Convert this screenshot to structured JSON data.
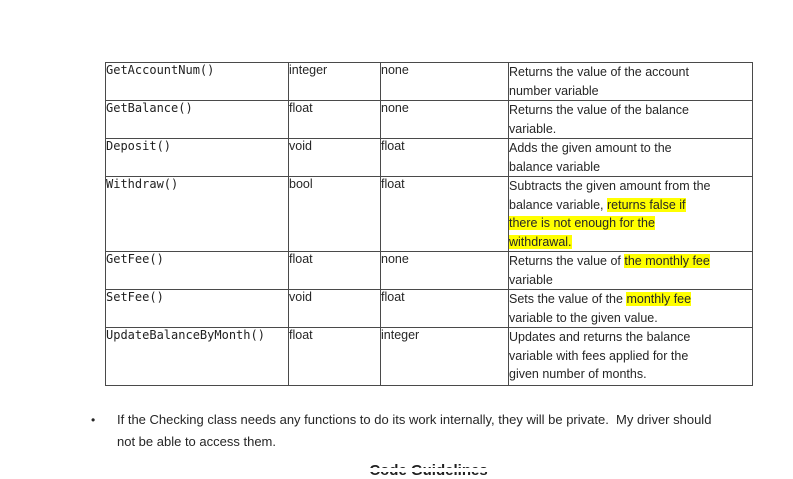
{
  "colors": {
    "highlight": "#ffff00",
    "text": "#262626",
    "table_border": "#4a4a4a",
    "background": "#ffffff"
  },
  "table": {
    "columns": [
      "function",
      "return_type",
      "parameter",
      "description"
    ],
    "rows": [
      {
        "function": "GetAccountNum()",
        "return_type": "integer",
        "parameter": "none",
        "description_lines": [
          [
            {
              "text": "Returns the value of the account",
              "highlight": false
            }
          ],
          [
            {
              "text": "number variable",
              "highlight": false
            }
          ]
        ]
      },
      {
        "function": "GetBalance()",
        "return_type": "float",
        "parameter": "none",
        "description_lines": [
          [
            {
              "text": "Returns the value of the balance",
              "highlight": false
            }
          ],
          [
            {
              "text": "variable.",
              "highlight": false
            }
          ]
        ]
      },
      {
        "function": "Deposit()",
        "return_type": "void",
        "parameter": "float",
        "description_lines": [
          [
            {
              "text": "Adds the given amount to the",
              "highlight": false
            }
          ],
          [
            {
              "text": "balance variable",
              "highlight": false
            }
          ]
        ]
      },
      {
        "function": "Withdraw()",
        "return_type": "bool",
        "parameter": "float",
        "description_lines": [
          [
            {
              "text": "Subtracts the given amount from the",
              "highlight": false
            }
          ],
          [
            {
              "text": "balance variable, ",
              "highlight": false
            },
            {
              "text": "returns false if",
              "highlight": true
            }
          ],
          [
            {
              "text": "there is not enough for the",
              "highlight": true
            }
          ],
          [
            {
              "text": "withdrawal.",
              "highlight": true
            }
          ]
        ]
      },
      {
        "function": "GetFee()",
        "return_type": "float",
        "parameter": "none",
        "description_lines": [
          [
            {
              "text": "Returns the value of ",
              "highlight": false
            },
            {
              "text": "the monthly fee",
              "highlight": true
            }
          ],
          [
            {
              "text": "variable",
              "highlight": false
            }
          ]
        ]
      },
      {
        "function": "SetFee()",
        "return_type": "void",
        "parameter": "float",
        "description_lines": [
          [
            {
              "text": "Sets the value of the ",
              "highlight": false
            },
            {
              "text": "monthly fee",
              "highlight": true
            }
          ],
          [
            {
              "text": "variable to the given value.",
              "highlight": false
            }
          ]
        ]
      },
      {
        "function": "UpdateBalanceByMonth()",
        "return_type": "float",
        "parameter": "integer",
        "description_lines": [
          [
            {
              "text": "Updates and returns the balance",
              "highlight": false
            }
          ],
          [
            {
              "text": "variable with fees applied for the",
              "highlight": false
            }
          ],
          [
            {
              "text": "given number of months.",
              "highlight": false
            }
          ]
        ]
      }
    ]
  },
  "bullet": {
    "marker": "•",
    "lines": [
      "If the Checking class needs any functions to do its work internally, they will be private.  My driver should",
      "not be able to access them."
    ]
  },
  "footer_heading": {
    "text": "Code Guidelines"
  }
}
